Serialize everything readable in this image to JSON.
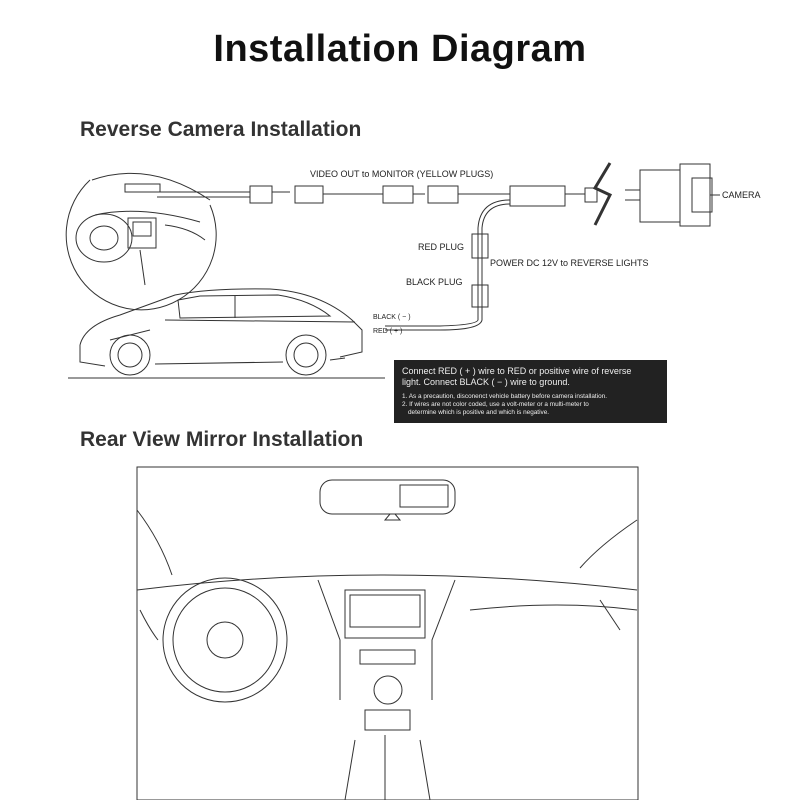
{
  "title": "Installation Diagram",
  "sections": {
    "reverse_camera": "Reverse Camera Installation",
    "rear_mirror": "Rear View Mirror Installation"
  },
  "labels": {
    "video_out": "VIDEO OUT to MONITOR (YELLOW PLUGS)",
    "camera": "CAMERA",
    "red_plug": "RED PLUG",
    "power": "POWER DC 12V to REVERSE LIGHTS",
    "black_plug": "BLACK PLUG",
    "black_wire": "BLACK ( − )",
    "red_wire": "RED ( + )"
  },
  "note": {
    "main_1": "Connect RED ( + ) wire to RED or positive wire of reverse",
    "main_2": "light. Connect BLACK ( − ) wire to ground.",
    "item_1": "1. As a precaution, disconenct vehicle battery before camera installation.",
    "item_2a": "2. If wires are not color coded, use a volt-meter or a multi-meter to",
    "item_2b": "determine which is positive and which is negative."
  }
}
